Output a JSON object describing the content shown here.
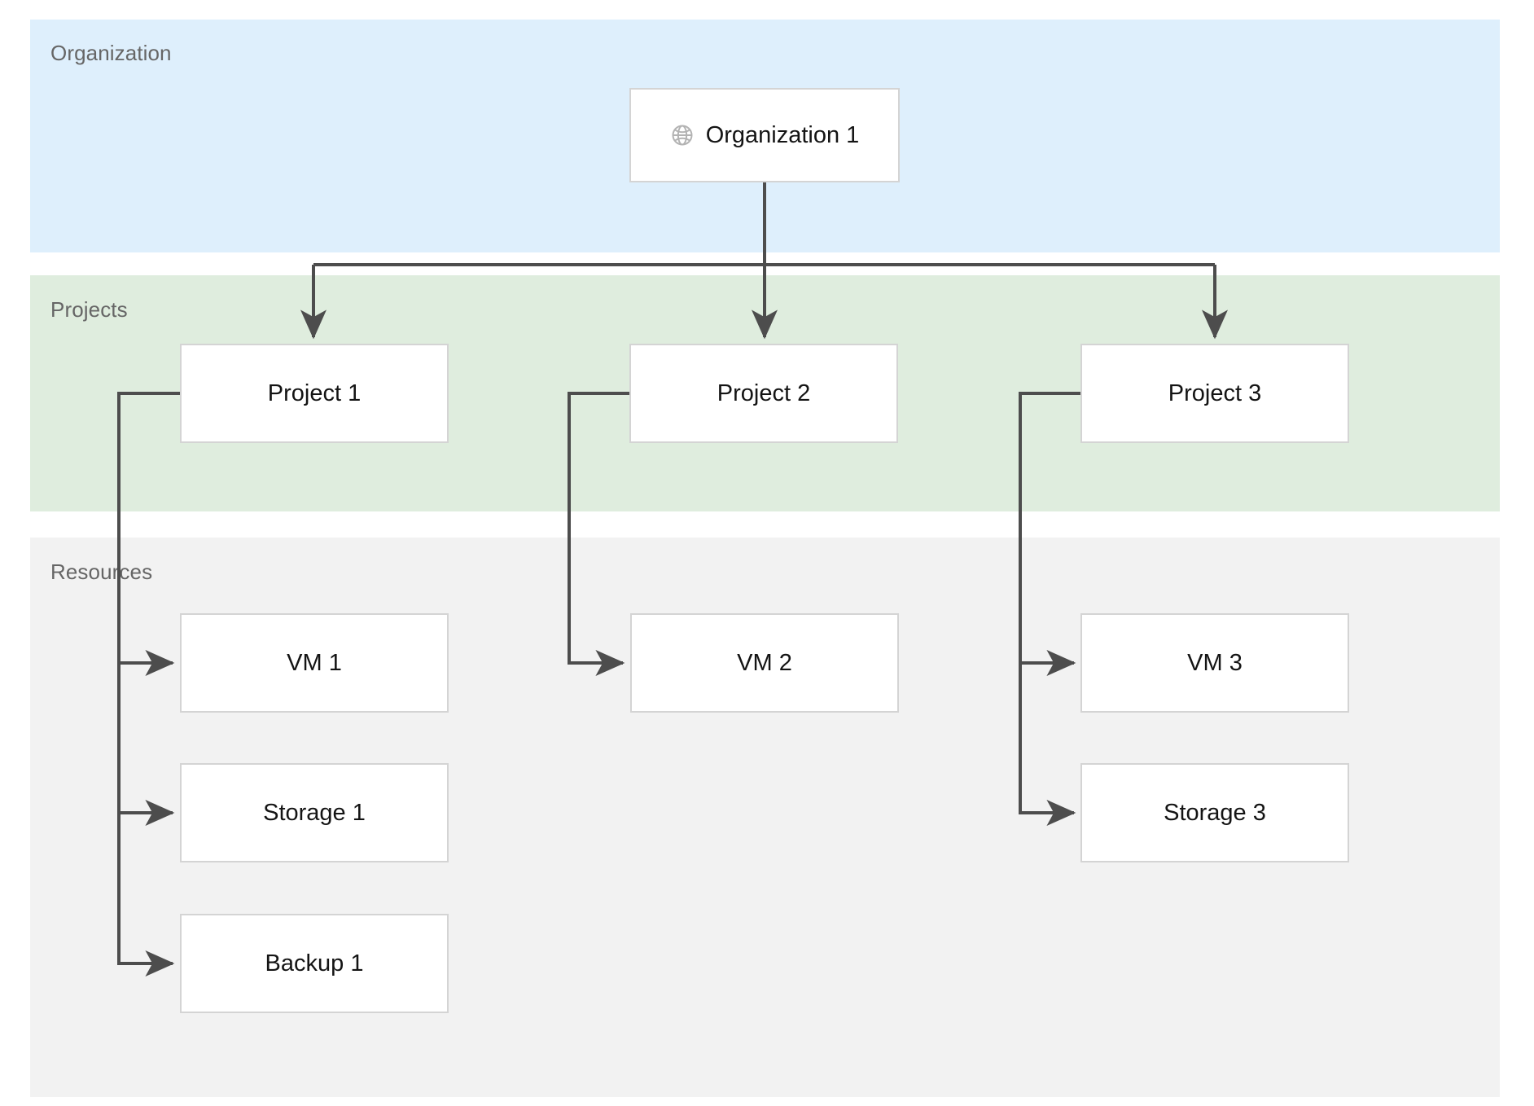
{
  "diagram": {
    "title": "Organization / Projects / Resources hierarchy",
    "colors": {
      "band_organization": "#deeffc",
      "band_projects": "#dfedde",
      "band_resources": "#f2f2f2",
      "node_fill": "#ffffff",
      "node_border": "#d4d4d4",
      "connector": "#4d4d4d",
      "band_label_text": "#666666",
      "node_label_text": "#141414",
      "icon": "#b3b3b3"
    }
  },
  "bands": {
    "organization": {
      "label": "Organization"
    },
    "projects": {
      "label": "Projects"
    },
    "resources": {
      "label": "Resources"
    }
  },
  "nodes": {
    "organization": {
      "id": "organization-1",
      "label": "Organization 1",
      "icon": "globe-icon"
    },
    "projects": [
      {
        "id": "project-1",
        "label": "Project 1"
      },
      {
        "id": "project-2",
        "label": "Project 2"
      },
      {
        "id": "project-3",
        "label": "Project 3"
      }
    ],
    "resources": [
      {
        "id": "vm-1",
        "label": "VM 1",
        "parent": "project-1"
      },
      {
        "id": "storage-1",
        "label": "Storage 1",
        "parent": "project-1"
      },
      {
        "id": "backup-1",
        "label": "Backup 1",
        "parent": "project-1"
      },
      {
        "id": "vm-2",
        "label": "VM 2",
        "parent": "project-2"
      },
      {
        "id": "vm-3",
        "label": "VM 3",
        "parent": "project-3"
      },
      {
        "id": "storage-3",
        "label": "Storage 3",
        "parent": "project-3"
      }
    ]
  },
  "edges": [
    {
      "from": "organization-1",
      "to": "project-1"
    },
    {
      "from": "organization-1",
      "to": "project-2"
    },
    {
      "from": "organization-1",
      "to": "project-3"
    },
    {
      "from": "project-1",
      "to": "vm-1"
    },
    {
      "from": "project-1",
      "to": "storage-1"
    },
    {
      "from": "project-1",
      "to": "backup-1"
    },
    {
      "from": "project-2",
      "to": "vm-2"
    },
    {
      "from": "project-3",
      "to": "vm-3"
    },
    {
      "from": "project-3",
      "to": "storage-3"
    }
  ]
}
